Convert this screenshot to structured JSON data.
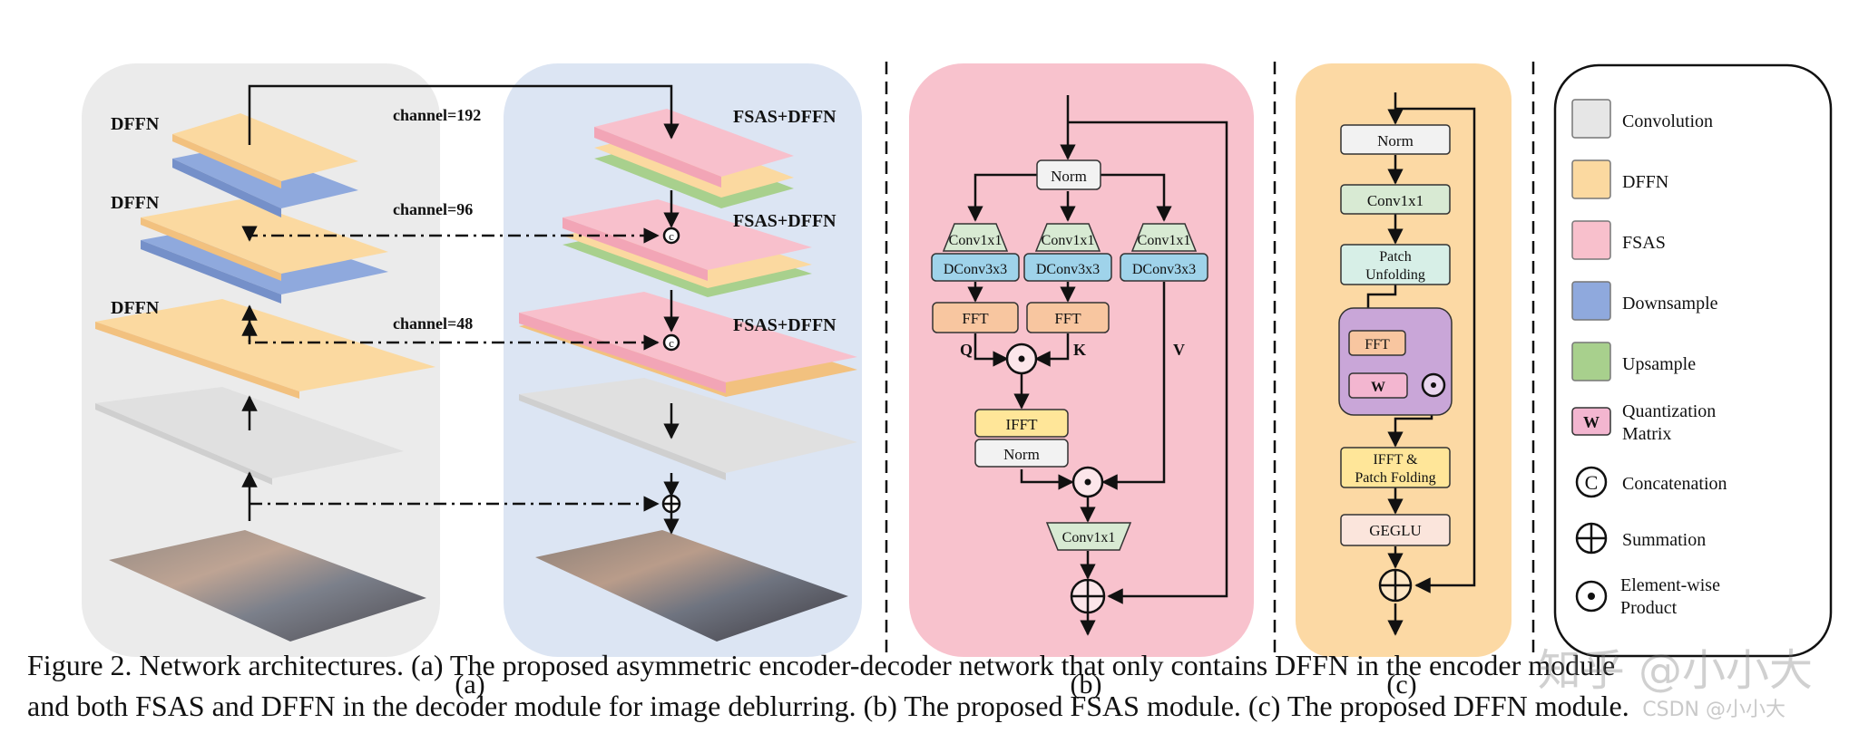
{
  "panel_a": {
    "encoder_labels": [
      "DFFN",
      "DFFN",
      "DFFN"
    ],
    "channel_labels": [
      "channel=192",
      "channel=96",
      "channel=48"
    ],
    "decoder_labels": [
      "FSAS+DFFN",
      "FSAS+DFFN",
      "FSAS+DFFN"
    ],
    "concat_symbol": "©",
    "sublabel": "(a)"
  },
  "panel_b": {
    "norm_top": "Norm",
    "conv": [
      "Conv1x1",
      "Conv1x1",
      "Conv1x1"
    ],
    "dconv": [
      "DConv3x3",
      "DConv3x3",
      "DConv3x3"
    ],
    "fft": [
      "FFT",
      "FFT"
    ],
    "q": "Q",
    "k": "K",
    "v": "V",
    "ifft": "IFFT",
    "norm_bottom": "Norm",
    "conv_out": "Conv1x1",
    "sublabel": "(b)"
  },
  "panel_c": {
    "norm": "Norm",
    "conv": "Conv1x1",
    "patch_unfolding": [
      "Patch",
      "Unfolding"
    ],
    "fft": "FFT",
    "w": "W",
    "ifft_folding": [
      "IFFT &",
      "Patch Folding"
    ],
    "geglu": "GEGLU",
    "sublabel": "(c)"
  },
  "legend": {
    "items": [
      {
        "label": "Convolution",
        "color": "#e6e6e6"
      },
      {
        "label": "DFFN",
        "color": "#fbd9a0"
      },
      {
        "label": "FSAS",
        "color": "#f8c0cc"
      },
      {
        "label": "Downsample",
        "color": "#8fa9dd"
      },
      {
        "label": "Upsample",
        "color": "#a8d08d"
      }
    ],
    "quant_symbol": "W",
    "quant_label": [
      "Quantization",
      "Matrix"
    ],
    "concat_label": "Concatenation",
    "sum_label": "Summation",
    "prod_label": [
      "Element-wise",
      "Product"
    ]
  },
  "caption": {
    "line1": "Figure 2. Network architectures. (a) The proposed asymmetric encoder-decoder network that only contains DFFN in the encoder module",
    "line2": "and both FSAS and DFFN in the decoder module for image deblurring. (b) The proposed FSAS module. (c) The proposed DFFN module."
  },
  "watermark": {
    "main": "知乎 @小小大",
    "sub": "CSDN @小小大"
  },
  "colors": {
    "panel_a_left_bg": "#ebebeb",
    "panel_a_right_bg": "#dce5f3",
    "panel_b_bg": "#f8c2cd",
    "panel_c_bg": "#fcd9a4",
    "conv_green": "#d8ead3",
    "dconv_blue": "#9fd3ea",
    "fft_orange": "#f8c6a0",
    "ifft_yellow": "#ffe699",
    "unfold_mint": "#d7efe7",
    "w_pink": "#f3b6d0",
    "purple_box": "#c9a6d8"
  }
}
